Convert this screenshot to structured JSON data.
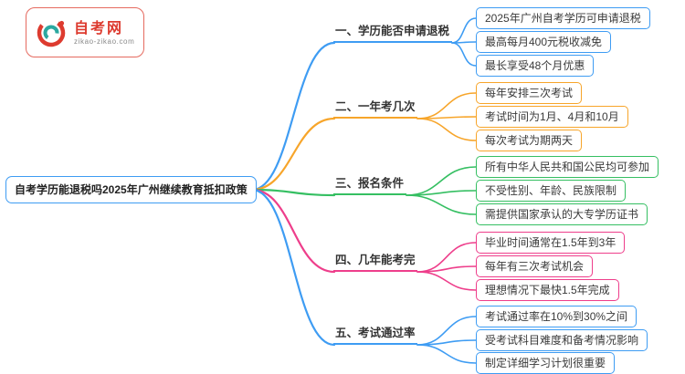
{
  "logo": {
    "title": "自考网",
    "subtitle": "zikao-zikao.com",
    "brand_color": "#dd3b2f",
    "border_color": "#e56a5f",
    "icon": "swirl-bird-logo",
    "icon_red": "#dd3b2f",
    "icon_teal": "#2ba8a0"
  },
  "root": {
    "label": "自考学历能退税吗2025年广州继续教育抵扣政策",
    "border_color": "#3e9cf3"
  },
  "branches": [
    {
      "label": "一、学历能否申请退税",
      "color": "#3e9cf3",
      "children": [
        "2025年广州自考学历可申请退税",
        "最高每月400元税收减免",
        "最长享受48个月优惠"
      ]
    },
    {
      "label": "二、一年考几次",
      "color": "#f7a52a",
      "children": [
        "每年安排三次考试",
        "考试时间为1月、4月和10月",
        "每次考试为期两天"
      ]
    },
    {
      "label": "三、报名条件",
      "color": "#35bf62",
      "children": [
        "所有中华人民共和国公民均可参加",
        "不受性别、年龄、民族限制",
        "需提供国家承认的大专学历证书"
      ]
    },
    {
      "label": "四、几年能考完",
      "color": "#ee3e8b",
      "children": [
        "毕业时间通常在1.5年到3年",
        "每年有三次考试机会",
        "理想情况下最快1.5年完成"
      ]
    },
    {
      "label": "五、考试通过率",
      "color": "#3e9cf3",
      "children": [
        "考试通过率在10%到30%之间",
        "受考试科目难度和备考情况影响",
        "制定详细学习计划很重要"
      ]
    }
  ]
}
